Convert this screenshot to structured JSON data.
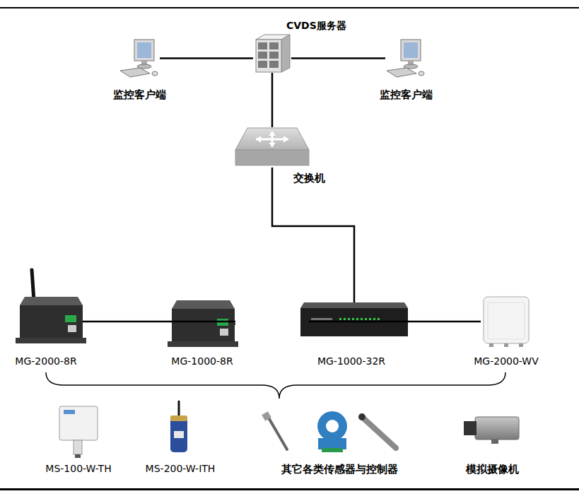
{
  "diagram": {
    "nodes": [
      {
        "text": [
          "CVDS服务器"
        ]
      },
      {
        "text": [
          "监控客户端"
        ]
      },
      {
        "text": [
          "监控客户端"
        ]
      },
      {
        "text": [
          "交换机"
        ]
      },
      {
        "text": [
          "MG-2000-8R"
        ]
      },
      {
        "text": [
          "MG-1000-8R"
        ]
      },
      {
        "text": [
          "MG-1000-32R"
        ]
      },
      {
        "text": [
          "MG-2000-WV"
        ]
      },
      {
        "text": [
          "MS-100-W-TH"
        ]
      },
      {
        "text": [
          "MS-200-W-ITH"
        ]
      },
      {
        "text": [
          "其它各类传感器与控制器"
        ]
      },
      {
        "text": [
          "模拟摄像机"
        ]
      }
    ],
    "edges": [
      {
        "from": 0,
        "to": 1,
        "arrow": "none"
      },
      {
        "from": 0,
        "to": 2,
        "arrow": "none"
      },
      {
        "from": 0,
        "to": 3,
        "arrow": "none"
      },
      {
        "from": 3,
        "to": 4,
        "arrow": "none"
      },
      {
        "from": 3,
        "to": 5,
        "arrow": "none"
      },
      {
        "from": 3,
        "to": 6,
        "arrow": "none"
      },
      {
        "from": 3,
        "to": 7,
        "arrow": "none"
      }
    ]
  }
}
